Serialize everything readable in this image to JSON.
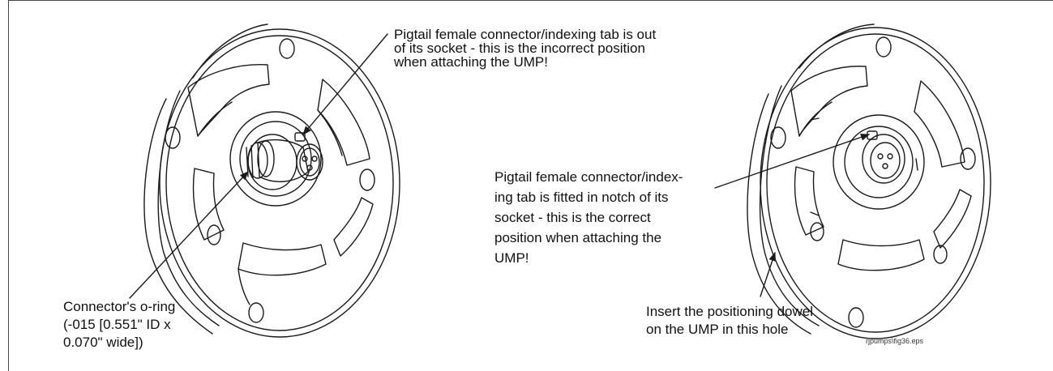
{
  "labels": {
    "pigtail_wrong": [
      "Pigtail female connector/indexing tab is out",
      "of its socket - this is the incorrect position",
      "when attaching the UMP!"
    ],
    "pigtail_right": [
      "Pigtail female connector/index-",
      "ing tab is fitted in notch of its",
      "socket - this is the correct",
      "position when attaching the",
      "UMP!"
    ],
    "oring": [
      "Connector's o-ring",
      "(-015 [0.551\" ID x",
      "0.070\" wide])"
    ],
    "dowel": [
      "Insert the positioning dowel",
      "on the UMP in this hole"
    ],
    "file": "rjpumps\\fig36.eps"
  },
  "colors": {
    "line": "#1a1a1a",
    "frame": "#444444",
    "background": "#ffffff"
  }
}
